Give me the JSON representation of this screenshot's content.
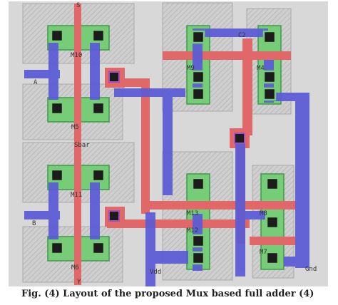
{
  "layout": {
    "transistor_labels": [
      "M10",
      "M9",
      "M4",
      "M5",
      "M11",
      "M13",
      "M8",
      "M12",
      "M6",
      "M7"
    ],
    "pin_labels": [
      "S",
      "A",
      "Sbar",
      "B",
      "Vdd",
      "Gnd",
      "Y"
    ],
    "port_marks": [
      "C2"
    ],
    "colors": {
      "background": "#d8d8d8",
      "poly": "#e06868",
      "metal1": "#5a5ad6",
      "active": "#77cc77",
      "contact": "#1c1c1c",
      "well": "#b8b8b8"
    }
  },
  "caption": {
    "text": "Fig. (4) Layout of the proposed Mux based full adder (4)"
  }
}
